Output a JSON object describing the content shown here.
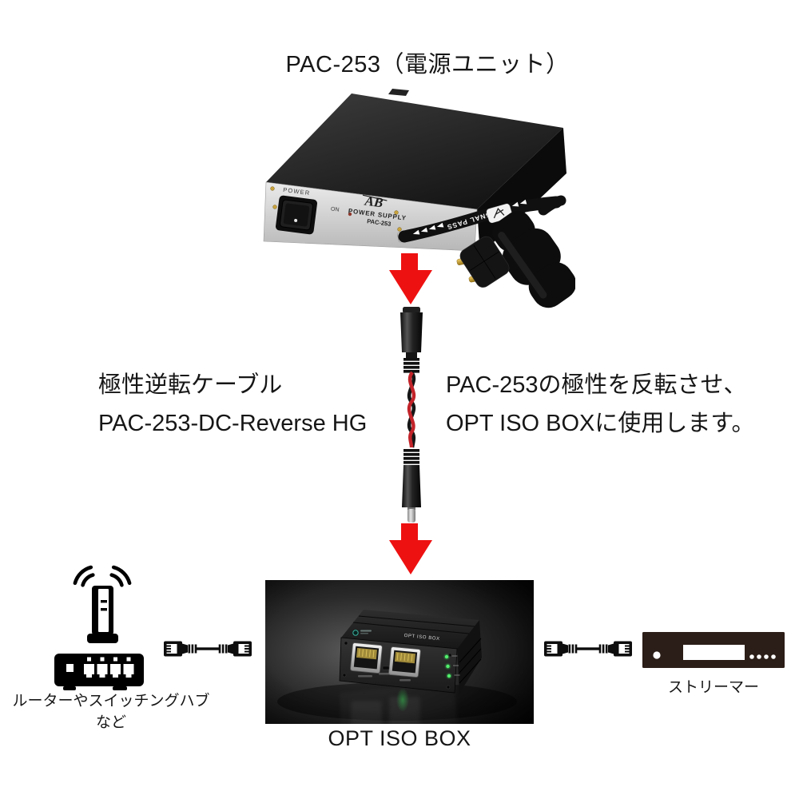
{
  "title": "PAC-253（電源ユニット）",
  "psu": {
    "power": "POWER",
    "on": "ON",
    "logo": "AB",
    "supply_line1": "POWER SUPPLY",
    "supply_line2": "PAC-253",
    "cable_text": "SIGNAL PASS"
  },
  "adapter": {
    "name_line1": "極性逆転ケーブル",
    "name_line2": "PAC-253-DC-Reverse HG",
    "desc_line1": "PAC-253の極性を反転させ、",
    "desc_line2": "OPT ISO BOXに使用します。"
  },
  "network": {
    "router_label": "ルーターやスイッチングハブなど",
    "optbox_panel_text": "OPT ISO BOX",
    "optbox_label": "OPT ISO BOX",
    "streamer_label": "ストリーマー"
  },
  "colors": {
    "arrow_red": "#ee1111",
    "led_green": "#54ee6e",
    "background": "#ffffff"
  }
}
